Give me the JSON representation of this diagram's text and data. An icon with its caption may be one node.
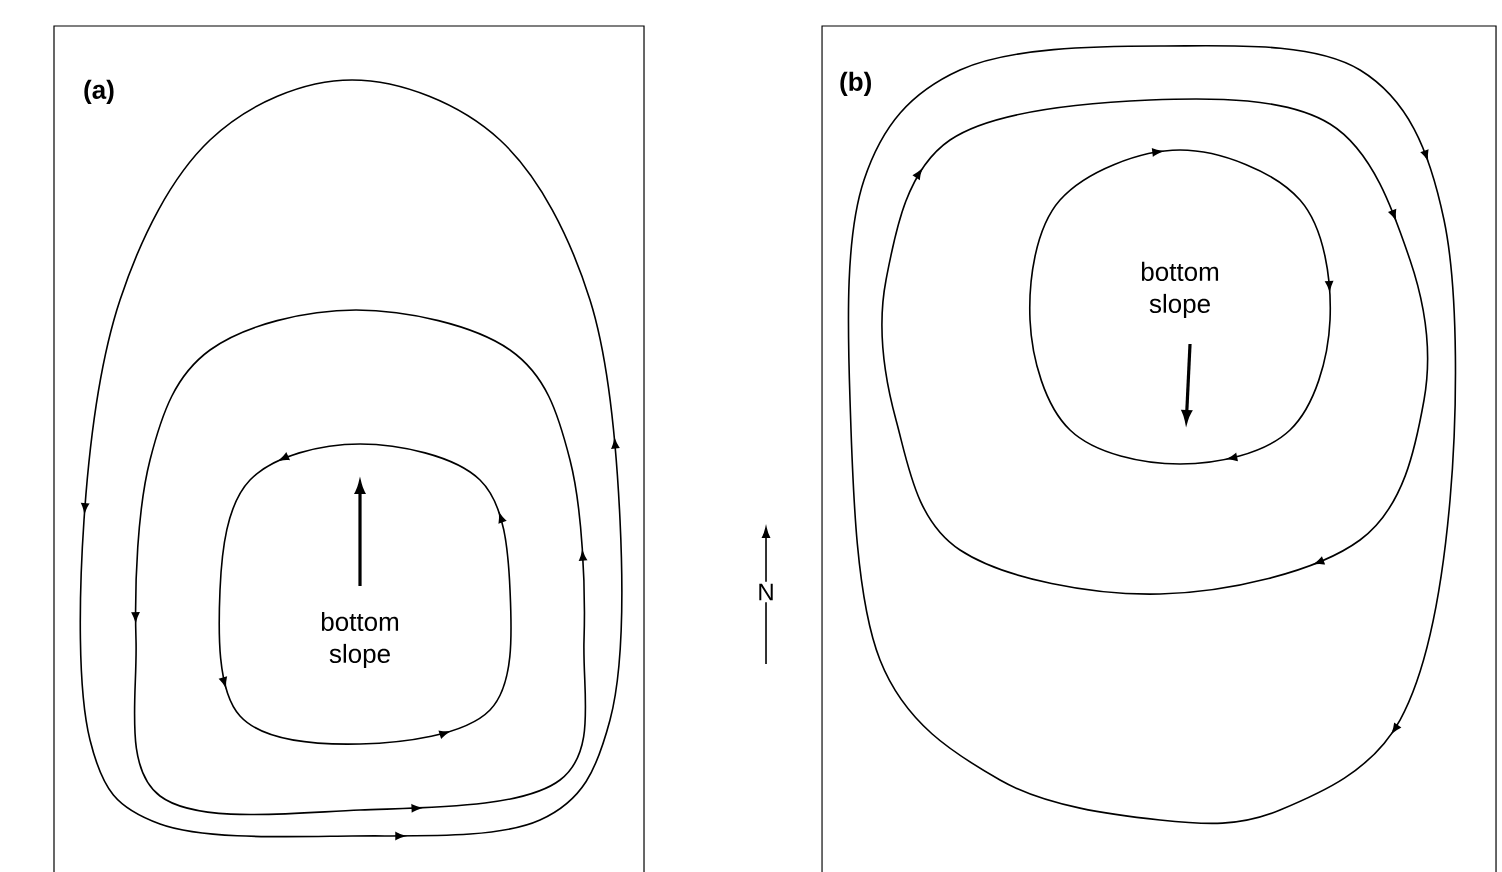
{
  "diagram": {
    "labels": [
      "(a)",
      "bottom slope",
      "N",
      "(b)",
      "bottom slope"
    ]
  }
}
